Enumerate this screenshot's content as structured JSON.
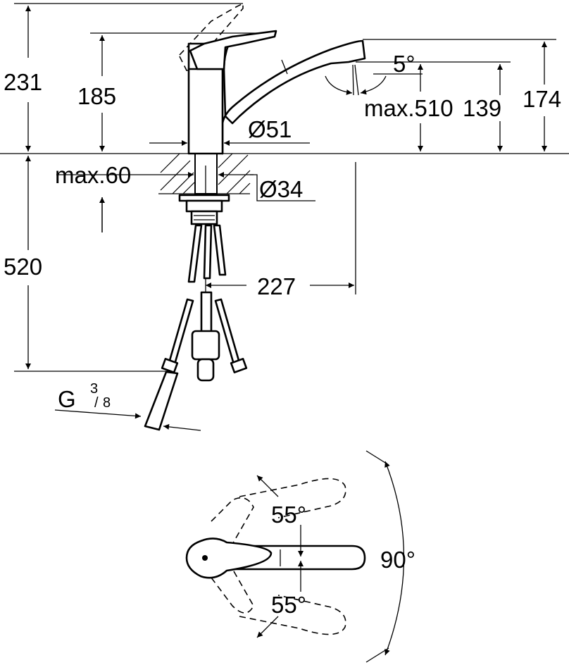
{
  "drawing": {
    "dimensions": {
      "total_height": "231",
      "lever_height": "185",
      "spray_angle": "5°",
      "spout_reach": "max.510",
      "outlet_height": "139",
      "spout_height": "174",
      "base_diameter": "Ø51",
      "max_deck_thickness": "max.60",
      "hole_diameter": "Ø34",
      "hose_length": "520",
      "projection": "227",
      "connection_thread_main": "G",
      "connection_thread_num": "3",
      "connection_thread_den": "8",
      "rotation_left": "55°",
      "rotation_total": "90°",
      "rotation_right": "55°"
    }
  }
}
